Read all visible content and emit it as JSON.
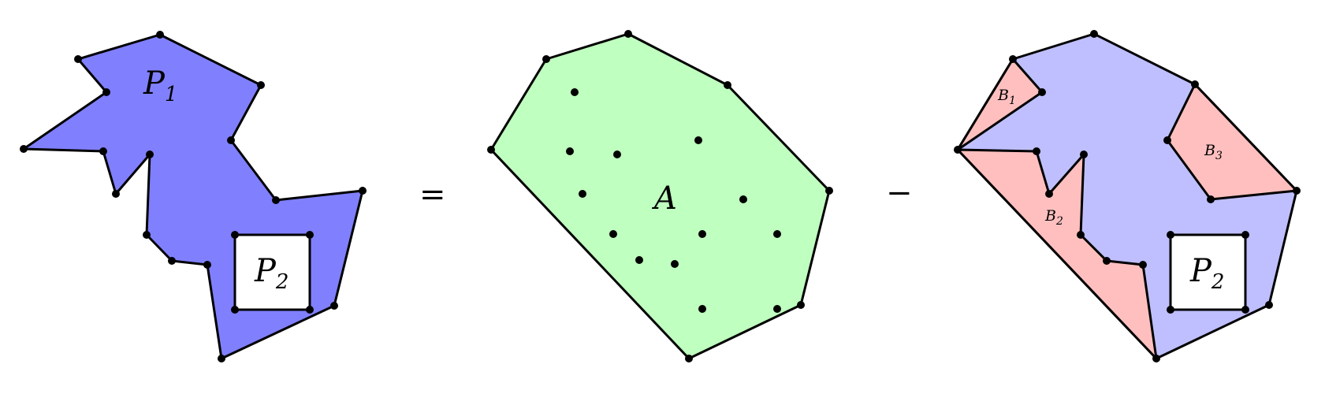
{
  "colors": {
    "p1_fill": "#8080ff",
    "a_fill": "#bfffbf",
    "result_fill": "#bfbfff",
    "pocket_fill": "#ffbfbf",
    "hole_fill": "#ffffff",
    "stroke": "#000000"
  },
  "labels": {
    "p1": "P",
    "p1_sub": "1",
    "p2_left": "P",
    "p2_left_sub": "2",
    "a": "A",
    "p2_right": "P",
    "p2_right_sub": "2",
    "b1": "B",
    "b1_sub": "1",
    "b2": "B",
    "b2_sub": "2",
    "b3": "B",
    "b3_sub": "3"
  },
  "operators": {
    "equals": "=",
    "minus": "−"
  }
}
